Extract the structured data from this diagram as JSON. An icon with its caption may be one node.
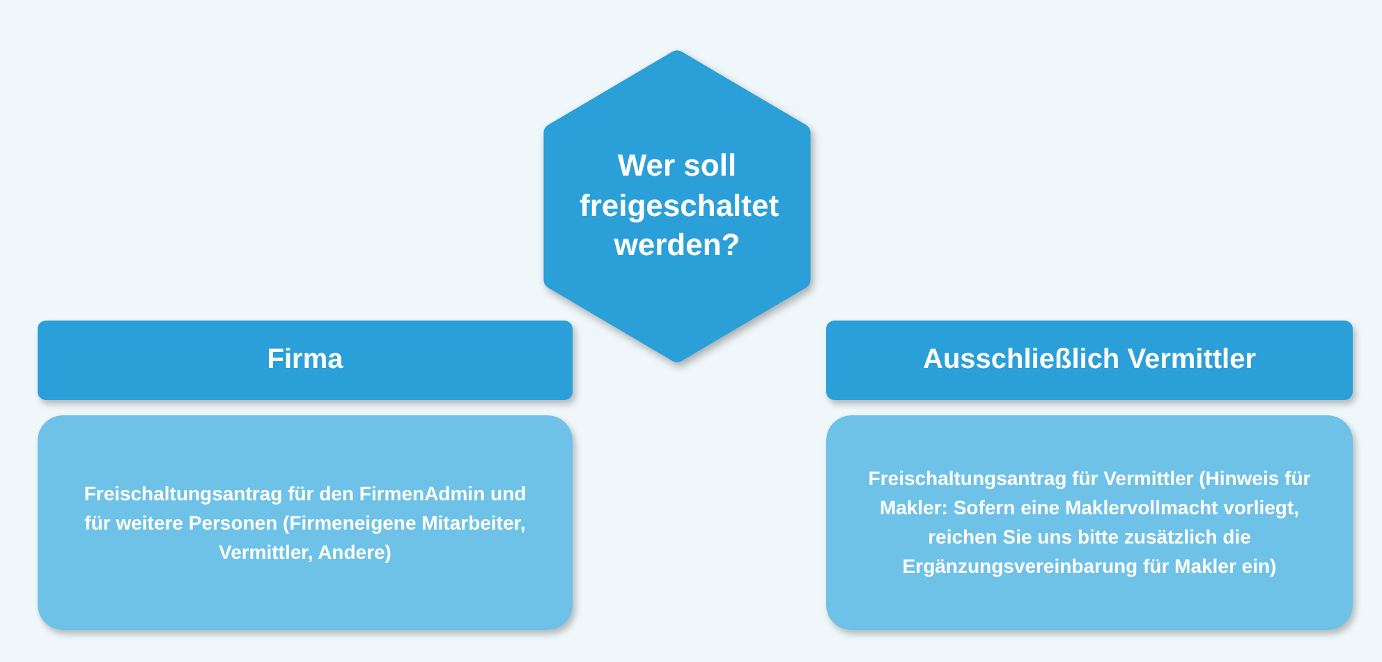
{
  "diagram": {
    "nodes": [
      {
        "text": [
          "Wer soll freigeschaltet werden?"
        ]
      },
      {
        "text": [
          "Firma"
        ]
      },
      {
        "text": [
          "Freischaltungsantrag für den FirmenAdmin und für weitere Personen (Firmeneigene Mitarbeiter, Vermittler, Andere)"
        ]
      },
      {
        "text": [
          "Ausschließlich Vermittler"
        ]
      },
      {
        "text": [
          "Freischaltungsantrag für Vermittler (Hinweis für Makler: Sofern eine Maklervollmacht vorliegt, reichen Sie uns bitte zusätzlich die Ergänzungsvereinbarung für Makler ein)"
        ]
      }
    ]
  }
}
